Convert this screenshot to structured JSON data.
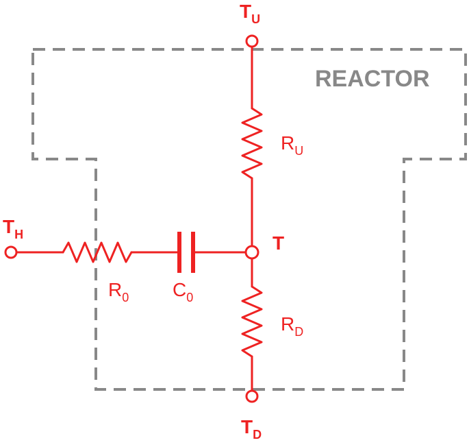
{
  "region": {
    "label": "REACTOR"
  },
  "nodes": {
    "top": {
      "main": "T",
      "sub": "U"
    },
    "bottom": {
      "main": "T",
      "sub": "D"
    },
    "left": {
      "main": "T",
      "sub": "H"
    },
    "center": {
      "main": "T"
    }
  },
  "components": {
    "r_up": {
      "main": "R",
      "sub": "U"
    },
    "r_down": {
      "main": "R",
      "sub": "D"
    },
    "r_zero": {
      "main": "R",
      "sub": "0"
    },
    "c_zero": {
      "main": "C",
      "sub": "0"
    }
  },
  "colors": {
    "circuit": "#ee2222",
    "boundary": "#888888",
    "node_label": "#ee2222",
    "region_label": "#888888"
  }
}
